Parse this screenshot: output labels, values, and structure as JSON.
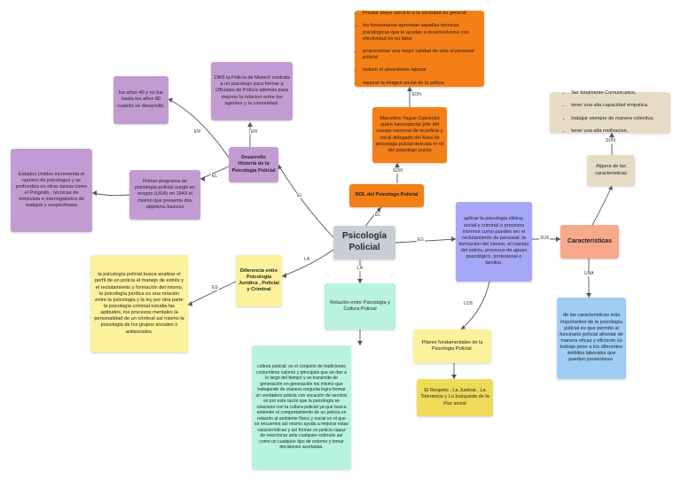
{
  "center": "Psicología Policial",
  "nodes": {
    "desarrollo": "Desarrollo Historia de la Psicología Policial",
    "munich": "1966 la Policía de Munich contrata a un psicólogo para formar a Oficiales de Policía ademas para mejorar la relacion entre los agentes y la comunidad.",
    "anos40": "los años 40 y no fue hasta los años 80 cuando se desarrolló.",
    "primer": "Primer programa de psicologia policial surgió en oregon (USA) en 1943 el mismo que presenta dos objetivos basicos",
    "eeuu": "Estados Unidos incrementa el numero de psicologos y se profundiza en otras tareas como el Poligrafo , técnicas de entrevista e interrogatorios de testigos y sospechosos",
    "rol": "ROL del Psicologo Policial",
    "marcelino": "Marcelino Yague Cabrerizo quien fuerespectar jefe del cuerpo nacional de la policia y vocal delegado del Area de psicologia pulcial descata el rol del psicologo pulcia",
    "caracteristicas": "Caracteristicas",
    "aplicar": "aplicar la psicologia clinica, social y criminal a procesos internos como pueden ser el reclutamiento de personal, la formación del mismo, el manejo del estrés, procesos de apoyo psicológico, profesional o familiar.",
    "alguna": "Alguna de las caracteristicas",
    "una": "de las caracteristicas más importantes de la psicología policial es que permite al funcinario policial afrontar de manera eficaz y eficiente su trabajo pese a los diferentes ámbitos laborales que puedan presentarse.",
    "diferencia": "Diferencia entre Psicología Jurídica , Policial y Criminal",
    "juridica": "la psicología policial busca analizar el perfil de un policía el manejo de estrés y el reclutamiento y formación del mismo, la psicología jurídica es una relación entre la psicología y la ley por otra parte la psicología criminal estudia las aptitudes, los procesos mentales la personalidad de un criminal así mismo la psicología de los grupos sociales o antisociales.",
    "relacion": "Relación entre Psicología y Cultura Policial",
    "cultura": "cultura policial: es el conjunto de tradiciones costumbres valores y principios que se dan a lo largo del tiempo y se transmite de generación en generación los mismo que trabajando de manera conjunta logra formar un verdadero policía con vocación de servicio es por esta razón que la psicología se relaciona con la cultura policial ya que busca entender el comportamiento de un policía en relación al ambiente físico y social en el que se encuentra así mismo ayuda a mejorar estas características y así formar un policía capaz de reaccionar ante cualquier estímulo así como un cualquier tipo de entorno y tomar decisiones acertadas.",
    "pilares": "Pilares fundamentales de la Psicologia Policial.",
    "respeto": "El Respeto , La Justicia , La Tolerancia y La busqueda de la Paz social"
  },
  "lists": {
    "prestar": [
      "Prestar mejor servicio a la sociedad en general",
      "los funcionarios aprendan aquellas tecnicas psicologicas que le ayudan a desenvolverse con efectividad en su labor",
      "proporcionar una mejor calidad de vida al personal policial",
      "reducir el absentismo laboral",
      "mejorar la imagen social de la policia"
    ],
    "ser": [
      "Ser totalmente Comunicativo.",
      "tener una alta capacidad empatica.",
      "trabajar siempre de manera colectiva.",
      "tener una alta motivacion."
    ]
  },
  "labels": {
    "en1": "EN",
    "en2": "EN",
    "el1": "EL",
    "el2": "EL",
    "el3": "EL",
    "son1": "SON",
    "son2": "SON",
    "son3": "SON",
    "es1": "ES",
    "es2": "ES",
    "sus": "SUS",
    "una": "UNA",
    "la1": "LA",
    "la2": "LA",
    "los": "LOS"
  }
}
